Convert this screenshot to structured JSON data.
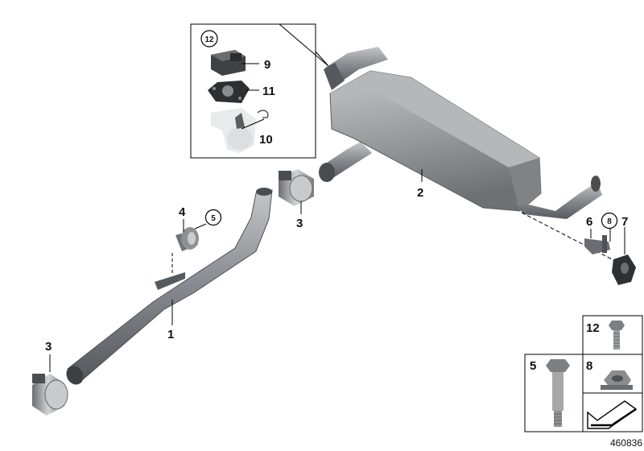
{
  "diagram_id": "460836",
  "callouts": [
    {
      "id": "1",
      "text": "1",
      "circled": false
    },
    {
      "id": "2",
      "text": "2",
      "circled": false
    },
    {
      "id": "3a",
      "text": "3",
      "circled": false
    },
    {
      "id": "3b",
      "text": "3",
      "circled": false
    },
    {
      "id": "4",
      "text": "4",
      "circled": false
    },
    {
      "id": "5",
      "text": "5",
      "circled": true
    },
    {
      "id": "6",
      "text": "6",
      "circled": false
    },
    {
      "id": "7",
      "text": "7",
      "circled": false
    },
    {
      "id": "8",
      "text": "8",
      "circled": true
    },
    {
      "id": "9",
      "text": "9",
      "circled": false
    },
    {
      "id": "10",
      "text": "10",
      "circled": false
    },
    {
      "id": "11",
      "text": "11",
      "circled": false
    },
    {
      "id": "12",
      "text": "12",
      "circled": true
    }
  ],
  "hardware_table": {
    "cells": [
      {
        "id": "12",
        "text": "12"
      },
      {
        "id": "5",
        "text": "5"
      },
      {
        "id": "8",
        "text": "8"
      }
    ]
  },
  "colors": {
    "pipe_dark": "#5e6266",
    "pipe_mid": "#8a8e92",
    "pipe_light": "#b9bcbf",
    "muffler": "#9a9c9e",
    "muffler_dark": "#6d6f71",
    "line": "#000000"
  }
}
